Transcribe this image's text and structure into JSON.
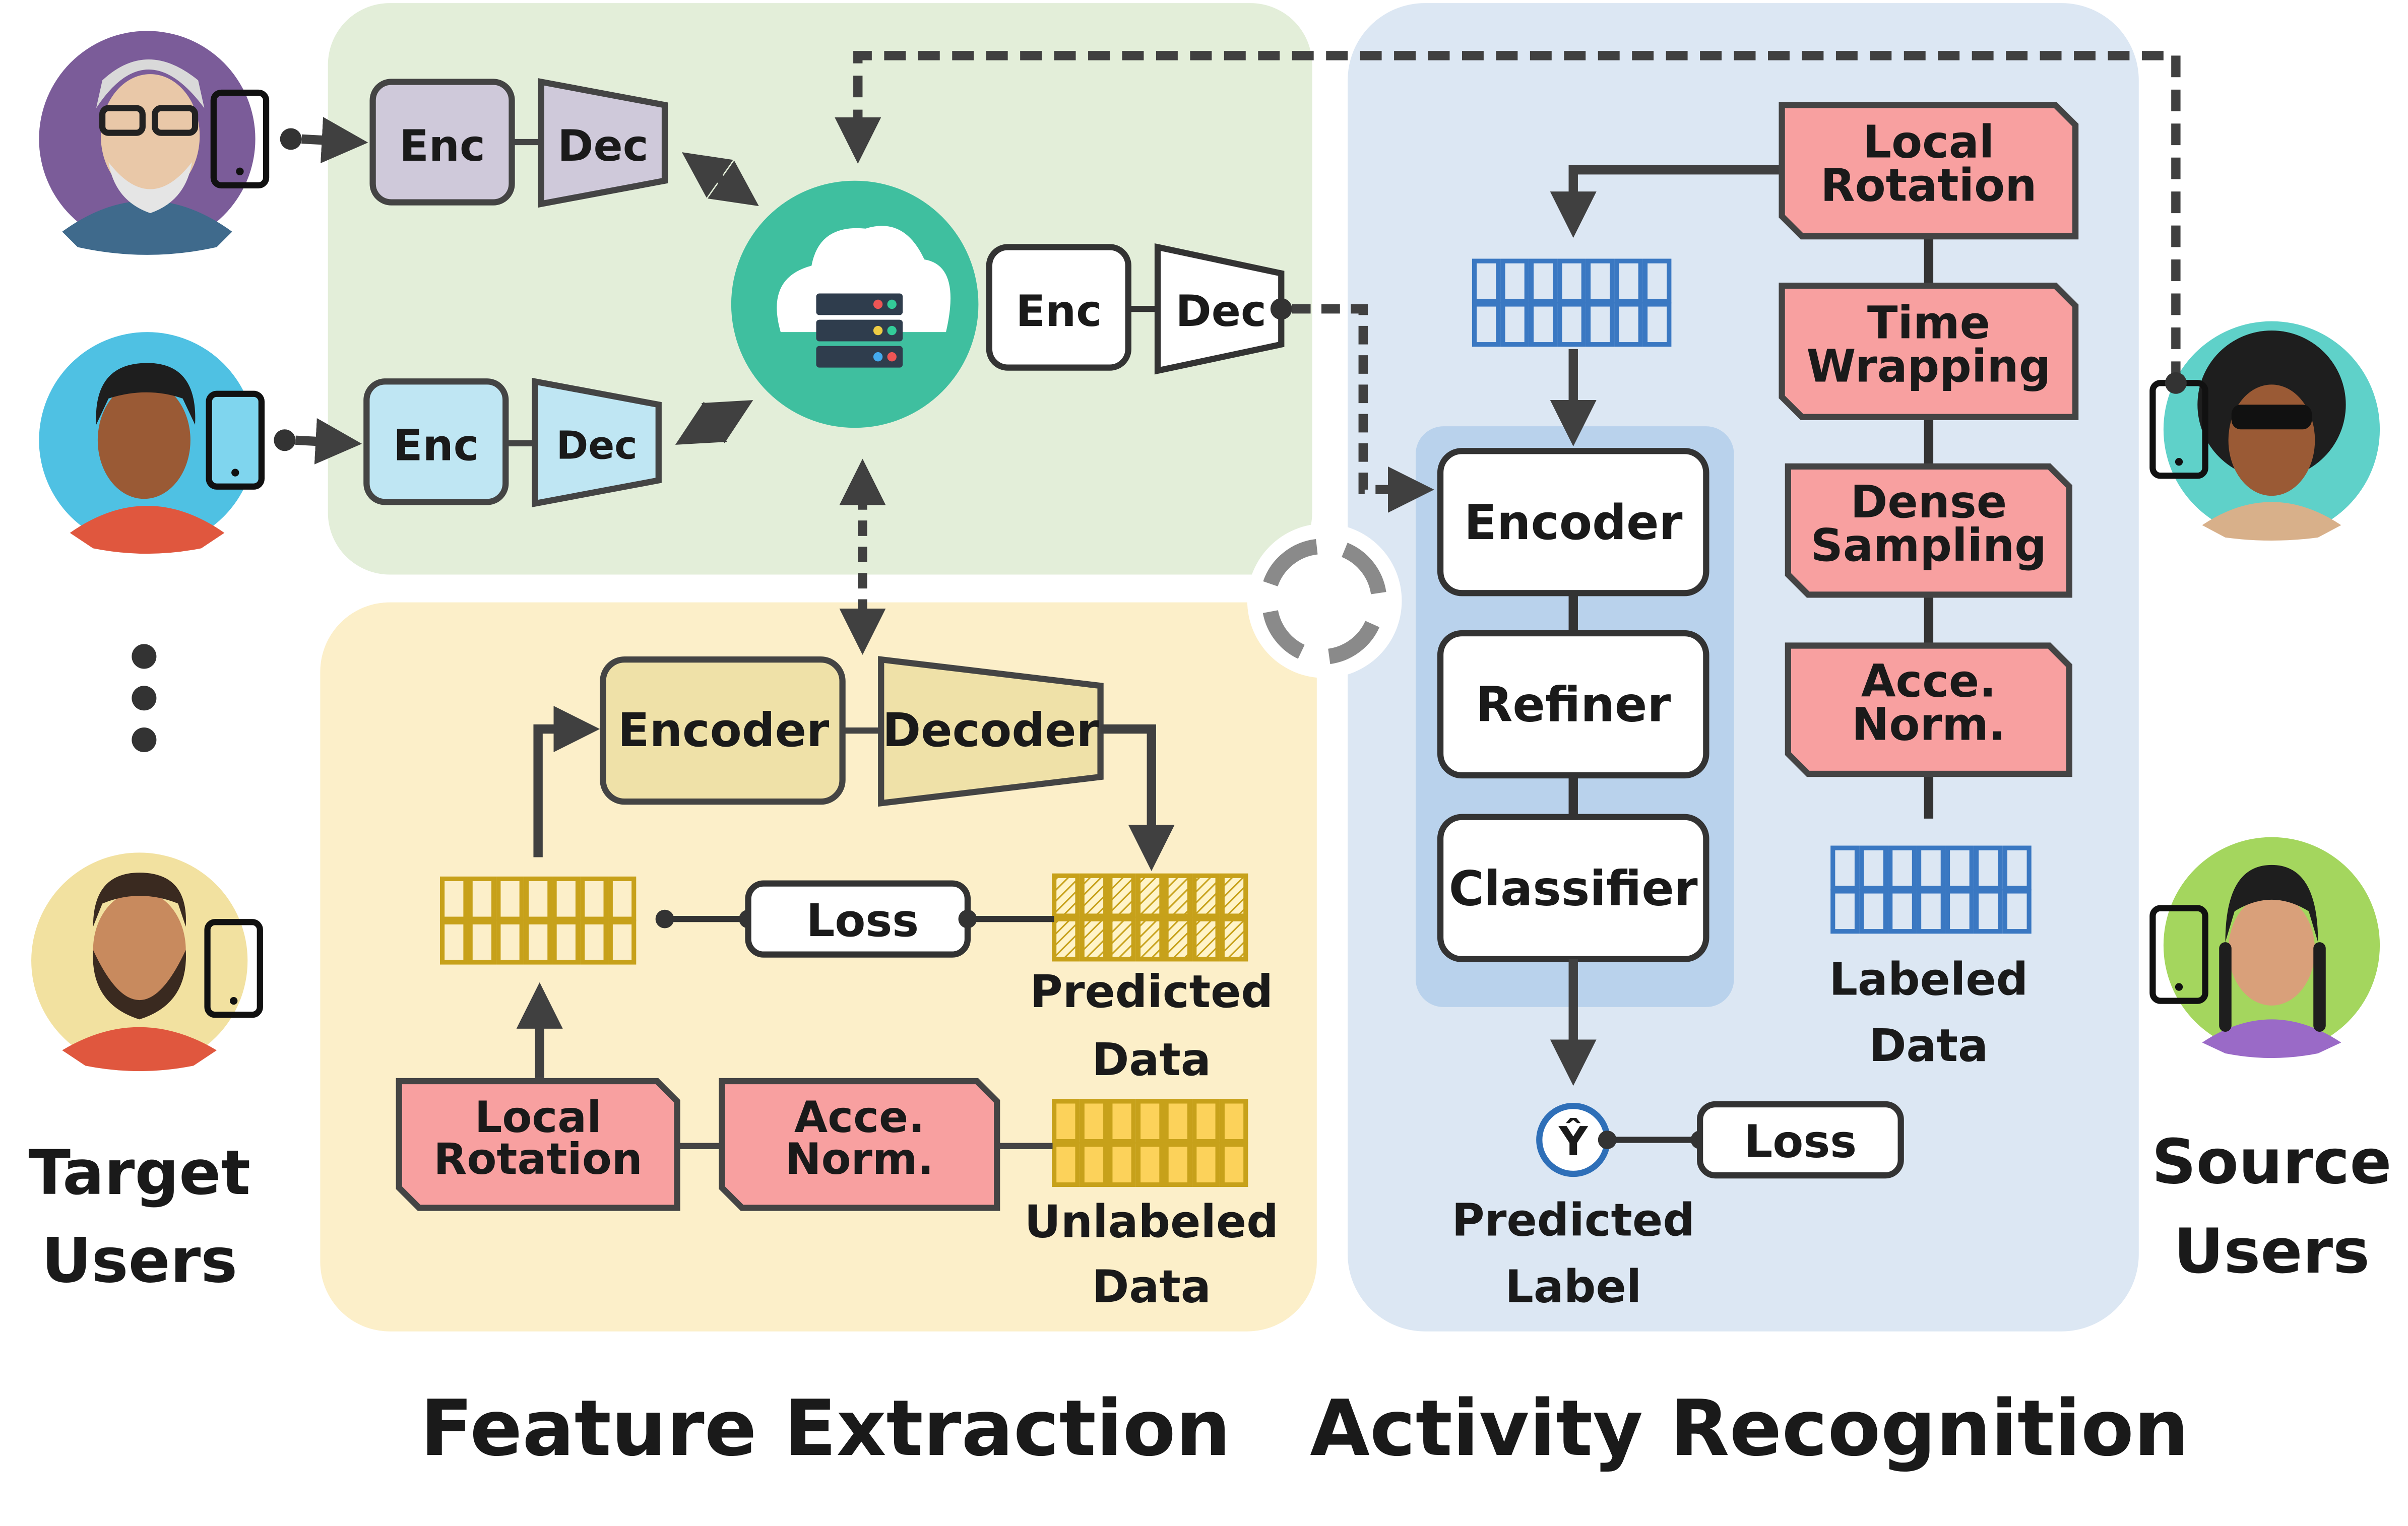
{
  "users": {
    "target_label": [
      "Target",
      "Users"
    ],
    "source_label": [
      "Source",
      "Users"
    ]
  },
  "federated": {
    "client1": {
      "enc": "Enc",
      "dec": "Dec"
    },
    "client2": {
      "enc": "Enc",
      "dec": "Dec"
    },
    "global": {
      "enc": "Enc",
      "dec": "Dec"
    }
  },
  "feature_extraction": {
    "title": "Feature Extraction",
    "encoder": "Encoder",
    "decoder": "Decoder",
    "loss": "Loss",
    "predicted_data": [
      "Predicted",
      "Data"
    ],
    "unlabeled_data": [
      "Unlabeled",
      "Data"
    ],
    "augment_1": [
      "Local",
      "Rotation"
    ],
    "augment_2": [
      "Acce.",
      "Norm."
    ]
  },
  "activity_recognition": {
    "title": "Activity Recognition",
    "encoder": "Encoder",
    "refiner": "Refiner",
    "classifier": "Classifier",
    "y_hat": "Ŷ",
    "loss": "Loss",
    "predicted_label": [
      "Predicted",
      "Label"
    ],
    "labeled_data": [
      "Labeled",
      "Data"
    ],
    "augmentations": [
      [
        "Local",
        "Rotation"
      ],
      [
        "Time",
        "Wrapping"
      ],
      [
        "Dense",
        "Sampling"
      ],
      [
        "Acce.",
        "Norm."
      ]
    ]
  },
  "colors": {
    "green_panel": "#e3eed9",
    "yellow_panel": "#fcefc9",
    "blue_panel": "#dce7f3",
    "inner_blue": "#b9d2ec",
    "augment_red": "#f8a0a0",
    "teal_cloud": "#3fbf9f",
    "grid_blue": "#3a78c2",
    "grid_gold": "#c7a11a"
  }
}
